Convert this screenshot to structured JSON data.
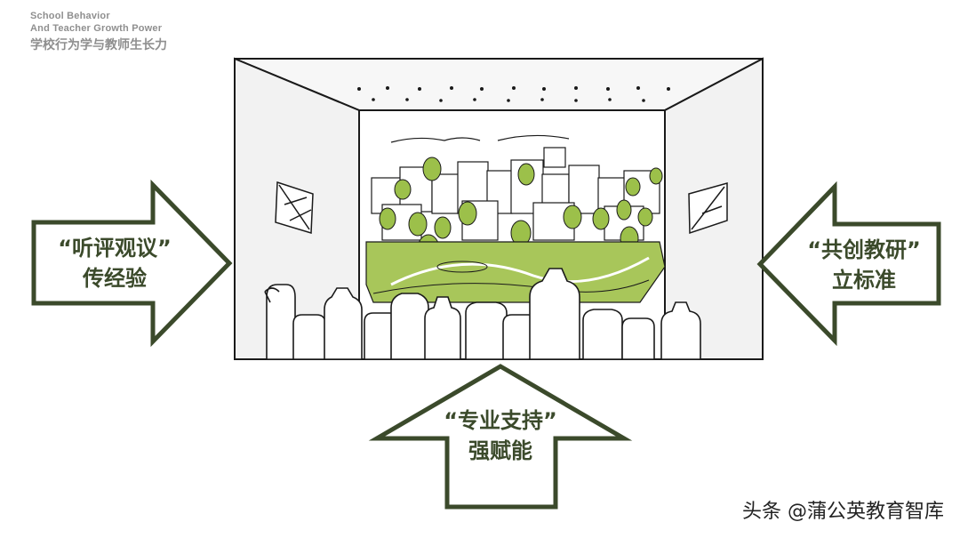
{
  "brand": {
    "en_line1": "School Behavior",
    "en_line2": "And Teacher Growth Power",
    "zh": "学校行为学与教师生长力"
  },
  "arrows": {
    "left": {
      "line1": "“听评观议”",
      "line2": "传经验"
    },
    "right": {
      "line1": "“共创教研”",
      "line2": "立标准"
    },
    "bottom": {
      "line1": "“专业支持”",
      "line2": "强赋能"
    }
  },
  "watermark": "头条 @蒲公英教育智库",
  "colors": {
    "arrow_stroke": "#3b4a2b",
    "label_text": "#3b4a2b",
    "park_green": "#a8c65a",
    "tree_green": "#9cc04a",
    "sketch_line": "#1a1a1a"
  }
}
